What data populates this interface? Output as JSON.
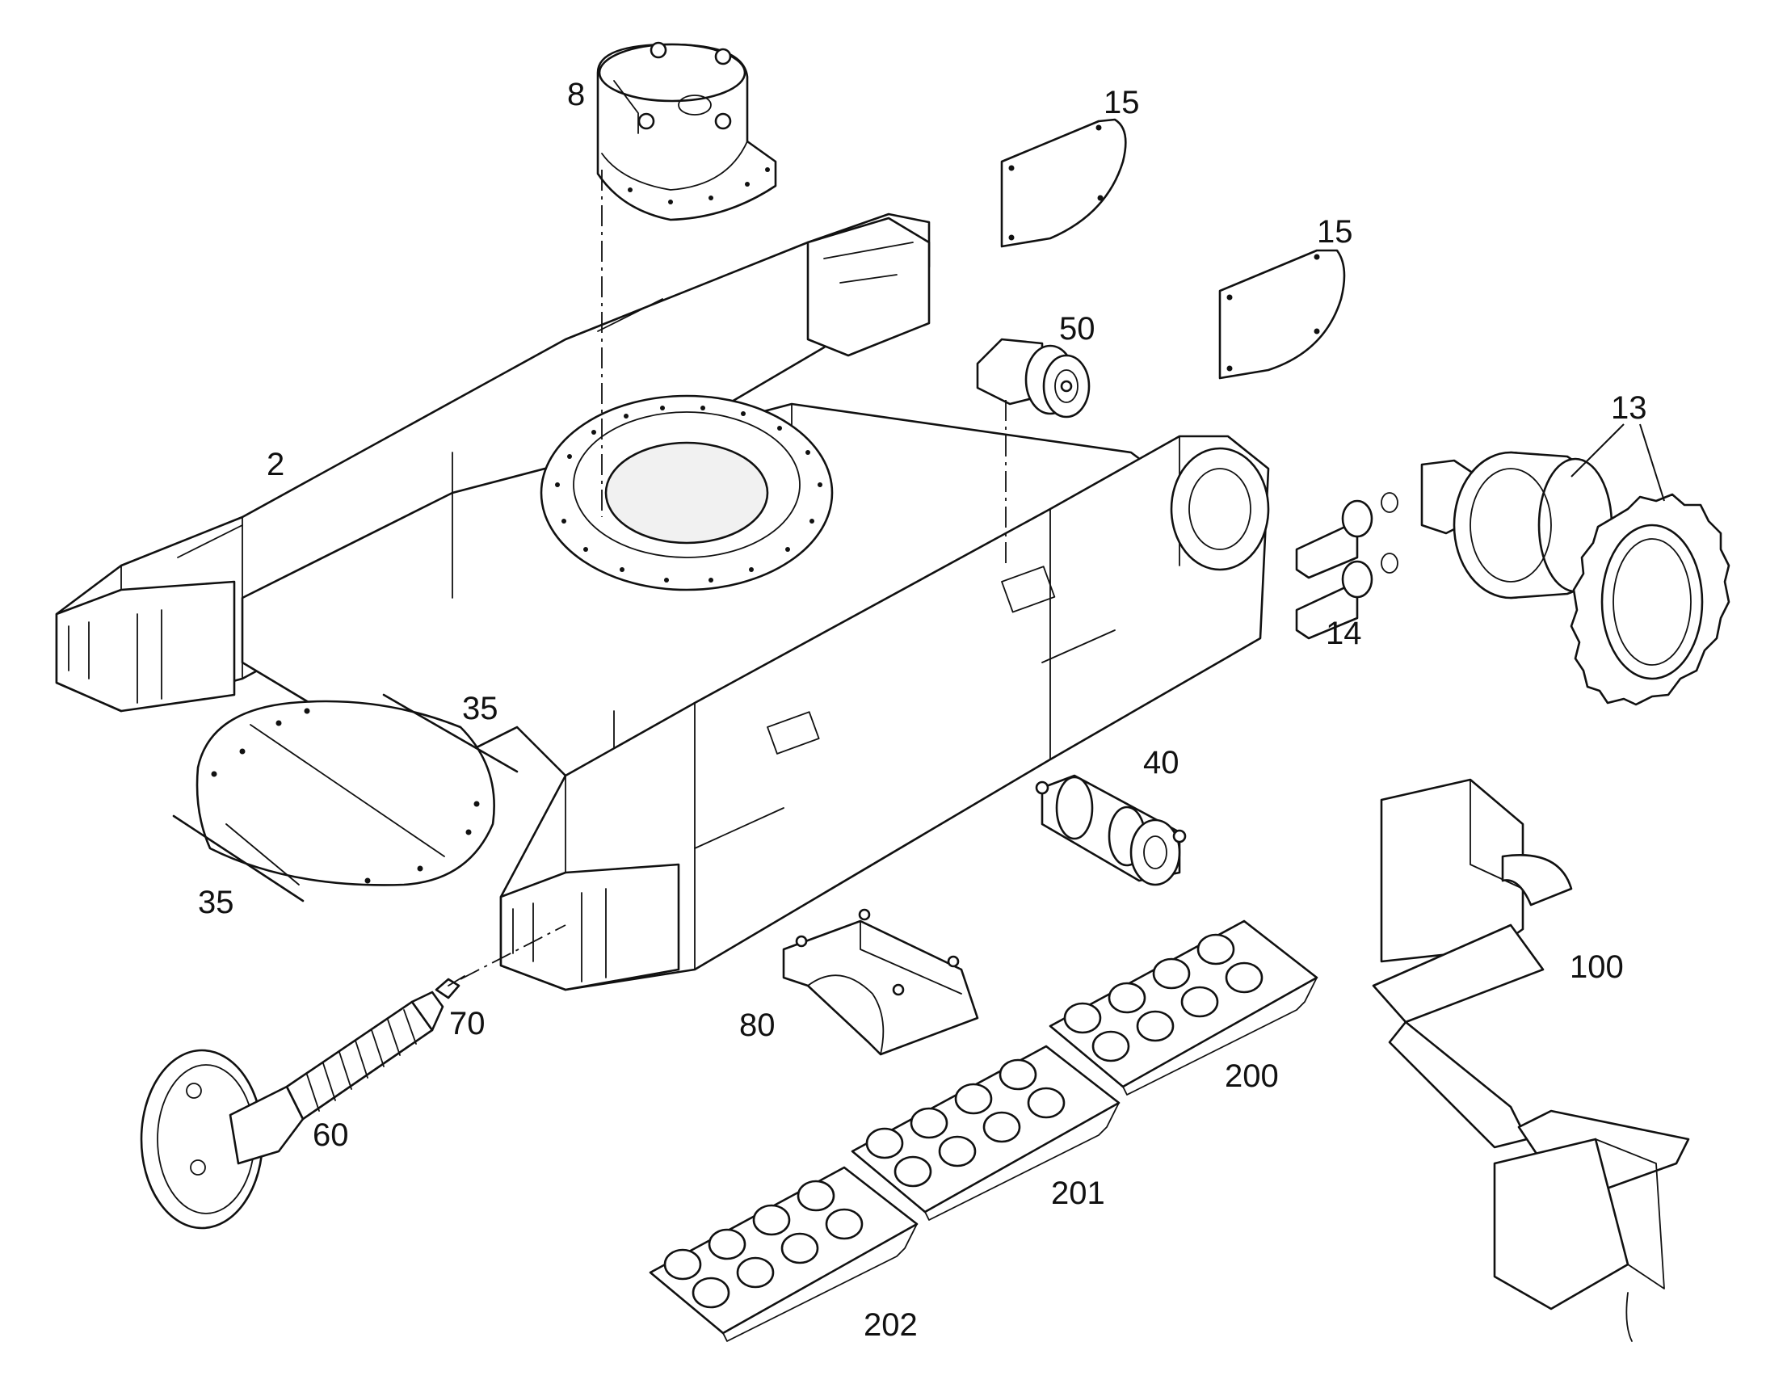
{
  "callouts": {
    "c2": "2",
    "c8": "8",
    "c13": "13",
    "c14": "14",
    "c15a": "15",
    "c15b": "15",
    "c35a": "35",
    "c35b": "35",
    "c40": "40",
    "c50": "50",
    "c60": "60",
    "c70": "70",
    "c80": "80",
    "c100": "100",
    "c200": "200",
    "c201": "201",
    "c202": "202"
  }
}
